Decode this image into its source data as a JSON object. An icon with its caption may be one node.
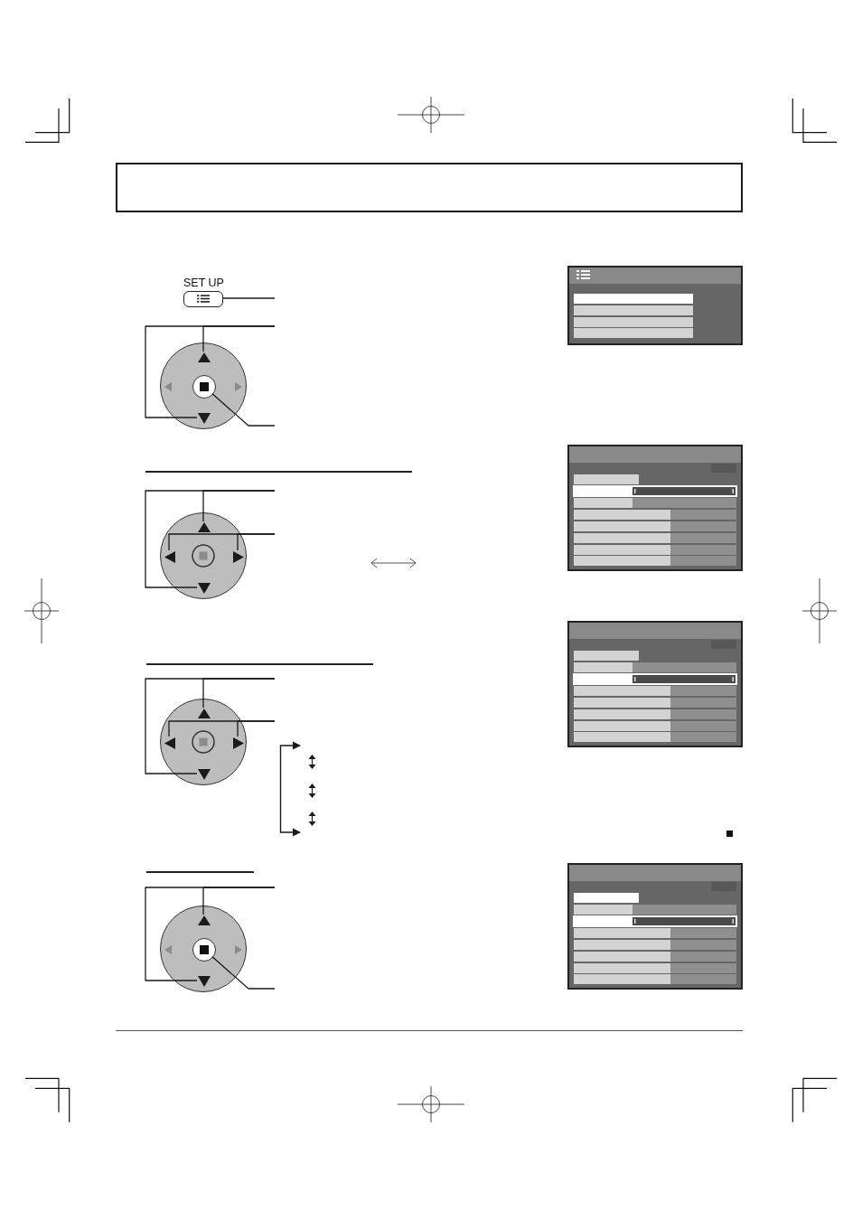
{
  "diagram": {
    "nodes": [
      {
        "text": [
          "SET UP"
        ]
      },
      {
        "text": [],
        "shape": "circle"
      },
      {
        "text": [],
        "shape": "triangle",
        "in": 1
      },
      {
        "text": [],
        "shape": "circle",
        "in": 1
      },
      {
        "text": [],
        "shape": "triangle",
        "in": 1
      },
      {
        "text": [],
        "shape": "circle"
      },
      {
        "text": [],
        "shape": "triangle",
        "in": 5
      },
      {
        "text": [],
        "shape": "triangle",
        "in": 5
      },
      {
        "text": [],
        "shape": "triangle",
        "in": 5
      },
      {
        "text": [],
        "shape": "triangle",
        "in": 5
      },
      {
        "text": [],
        "shape": "circle"
      },
      {
        "text": [],
        "shape": "triangle",
        "in": 10
      },
      {
        "text": [],
        "shape": "triangle",
        "in": 10
      },
      {
        "text": [],
        "shape": "triangle",
        "in": 10
      },
      {
        "text": [],
        "shape": "triangle",
        "in": 10
      },
      {
        "text": [],
        "shape": "circle"
      },
      {
        "text": [],
        "shape": "triangle",
        "in": 15
      },
      {
        "text": [],
        "shape": "circle",
        "in": 15
      },
      {
        "text": [],
        "shape": "triangle",
        "in": 15
      }
    ],
    "edges": [
      {
        "from": null,
        "to": 0,
        "arrow": "none"
      },
      {
        "from": null,
        "to": 2,
        "arrow": "none"
      },
      {
        "from": null,
        "to": 4,
        "arrow": "none"
      },
      {
        "from": null,
        "to": 3,
        "arrow": "none"
      },
      {
        "from": null,
        "to": 6,
        "arrow": "none"
      },
      {
        "from": null,
        "to": 9,
        "arrow": "none"
      },
      {
        "from": null,
        "to": 7,
        "arrow": "none"
      },
      {
        "from": null,
        "to": 8,
        "arrow": "none"
      },
      {
        "from": null,
        "to": 11,
        "arrow": "none"
      },
      {
        "from": null,
        "to": 14,
        "arrow": "none"
      },
      {
        "from": null,
        "to": 12,
        "arrow": "none"
      },
      {
        "from": null,
        "to": 13,
        "arrow": "none"
      },
      {
        "from": null,
        "to": 16,
        "arrow": "none"
      },
      {
        "from": null,
        "to": 18,
        "arrow": "none"
      },
      {
        "from": null,
        "to": 17,
        "arrow": "none"
      }
    ]
  }
}
